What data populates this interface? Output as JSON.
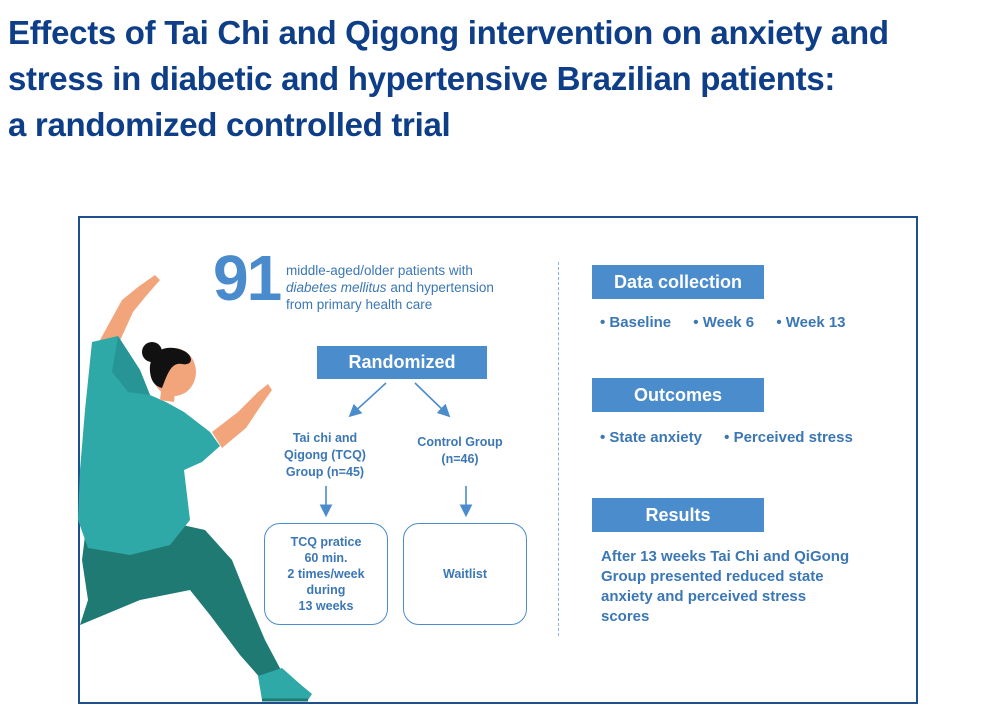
{
  "header": {
    "title_line1": "Effects of Tai Chi and Qigong intervention on anxiety and",
    "title_line2": "stress in diabetic and hypertensive Brazilian patients:",
    "title_line3": "a randomized controlled trial"
  },
  "participants": {
    "count": "91",
    "line1": "middle-aged/older patients with",
    "line2_italic": "diabetes mellitus",
    "line2_rest": " and hypertension",
    "line3": "from primary health care"
  },
  "randomized_label": "Randomized",
  "tcq_group": {
    "label_line1": "Tai chi and",
    "label_line2": "Qigong (TCQ)",
    "label_line3": "Group (n=45)",
    "box_line1": "TCQ pratice",
    "box_line2": "60 min.",
    "box_line3": "2 times/week",
    "box_line4": "during",
    "box_line5": "13 weeks"
  },
  "control_group": {
    "label_line1": "Control Group",
    "label_line2": "(n=46)",
    "box_text": "Waitlist"
  },
  "data_collection": {
    "heading": "Data collection",
    "items": [
      "Baseline",
      "Week 6",
      "Week 13"
    ]
  },
  "outcomes": {
    "heading": "Outcomes",
    "items": [
      "State anxiety",
      "Perceived stress"
    ]
  },
  "results": {
    "heading": "Results",
    "line1": "After 13 weeks Tai Chi and QiGong",
    "line2": "Group presented reduced state",
    "line3": "anxiety and perceived stress",
    "line4": "scores"
  },
  "colors": {
    "title": "#0d3e87",
    "accent": "#4b8ccd",
    "text_blue": "#3b77b5",
    "frame": "#1f4f8c",
    "figure_teal": "#2fa8a8",
    "figure_dark_teal": "#1f7a74",
    "skin": "#f2a57a",
    "hair": "#111111"
  }
}
